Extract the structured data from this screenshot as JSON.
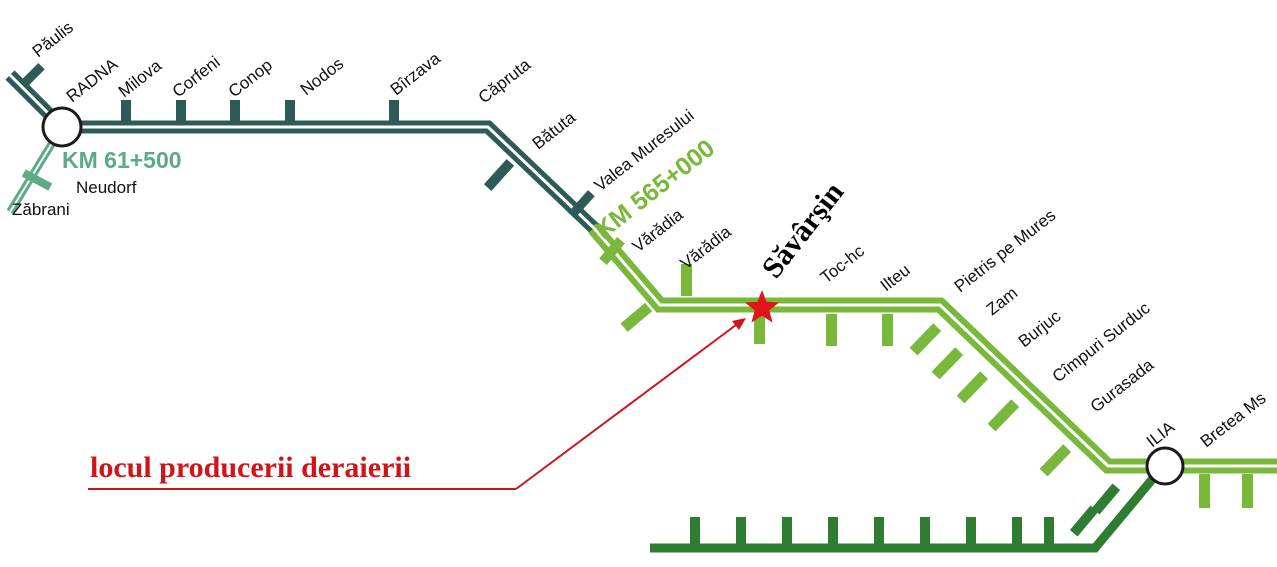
{
  "colors": {
    "dark_line": "#2e5b58",
    "green_line": "#79b83a",
    "lower_line": "#2f7d32",
    "branch": "#5aab86",
    "marker": "#e0151a",
    "caption": "#d0141a"
  },
  "map": {
    "north_stations": [
      {
        "name": "Păulis",
        "kind": "halt"
      },
      {
        "name": "RADNA",
        "kind": "junction"
      },
      {
        "name": "Milova",
        "kind": "halt"
      },
      {
        "name": "Corfeni",
        "kind": "halt"
      },
      {
        "name": "Conop",
        "kind": "halt"
      },
      {
        "name": "Nodos",
        "kind": "halt"
      },
      {
        "name": "Bîrzava",
        "kind": "halt"
      },
      {
        "name": "Căpruta",
        "kind": "halt"
      },
      {
        "name": "Bătuta",
        "kind": "halt"
      },
      {
        "name": "Valea Muresului",
        "kind": "halt"
      }
    ],
    "branch_stations": [
      {
        "name": "Neudorf",
        "kind": "halt"
      },
      {
        "name": "Zăbrani",
        "kind": "halt"
      }
    ],
    "green_stations": [
      {
        "name": "Vărădia",
        "kind": "halt"
      },
      {
        "name": "Vărădia",
        "kind": "halt"
      },
      {
        "name": "Toc-hc",
        "kind": "halt"
      },
      {
        "name": "Ilteu",
        "kind": "halt"
      },
      {
        "name": "Pietris pe Mures",
        "kind": "halt"
      },
      {
        "name": "Zam",
        "kind": "halt"
      },
      {
        "name": "Burjuc",
        "kind": "halt"
      },
      {
        "name": "Cîmpuri Surduc",
        "kind": "halt"
      },
      {
        "name": "Gurasada",
        "kind": "halt"
      },
      {
        "name": "ILIA",
        "kind": "junction"
      },
      {
        "name": "Bretea Ms",
        "kind": "halt"
      }
    ],
    "km_branch": "KM 61+500",
    "km_main": "KM 565+000",
    "highlight_station": "Săvârşin",
    "caption": "locul producerii deraierii"
  }
}
